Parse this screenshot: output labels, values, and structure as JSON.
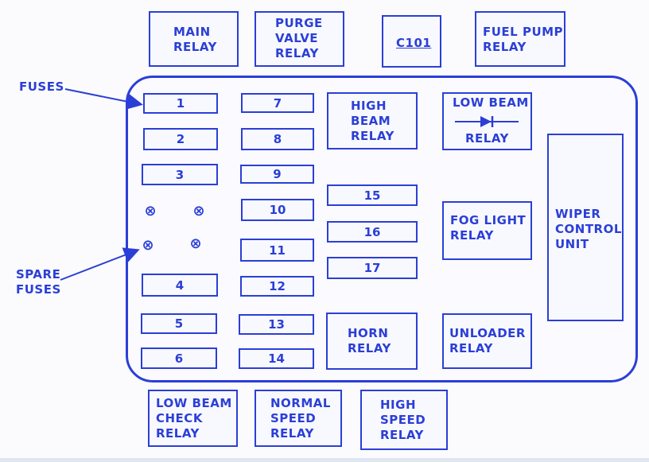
{
  "colors": {
    "ink": "#2b3fd6",
    "background": "#fbfbfd"
  },
  "callouts": {
    "fuses": "FUSES",
    "spare_fuses": "SPARE\nFUSES"
  },
  "top_relays": {
    "main": "MAIN\nRELAY",
    "purge": "PURGE\nVALVE\nRELAY",
    "c101": "C101",
    "fuel_pump": "FUEL PUMP\nRELAY"
  },
  "fuses": {
    "f1": "1",
    "f2": "2",
    "f3": "3",
    "f4": "4",
    "f5": "5",
    "f6": "6",
    "f7": "7",
    "f8": "8",
    "f9": "9",
    "f10": "10",
    "f11": "11",
    "f12": "12",
    "f13": "13",
    "f14": "14",
    "f15": "15",
    "f16": "16",
    "f17": "17"
  },
  "spare_symbol": "⊗",
  "inner_relays": {
    "high_beam": "HIGH\nBEAM\nRELAY",
    "low_beam_top": "LOW BEAM",
    "low_beam_bottom": "RELAY",
    "fog_light": "FOG LIGHT\nRELAY",
    "horn": "HORN\nRELAY",
    "unloader": "UNLOADER\nRELAY",
    "wiper": "WIPER\nCONTROL\nUNIT"
  },
  "bottom_relays": {
    "low_beam_check": "LOW BEAM\nCHECK\nRELAY",
    "normal_speed": "NORMAL\nSPEED\nRELAY",
    "high_speed": "HIGH\nSPEED\nRELAY"
  }
}
